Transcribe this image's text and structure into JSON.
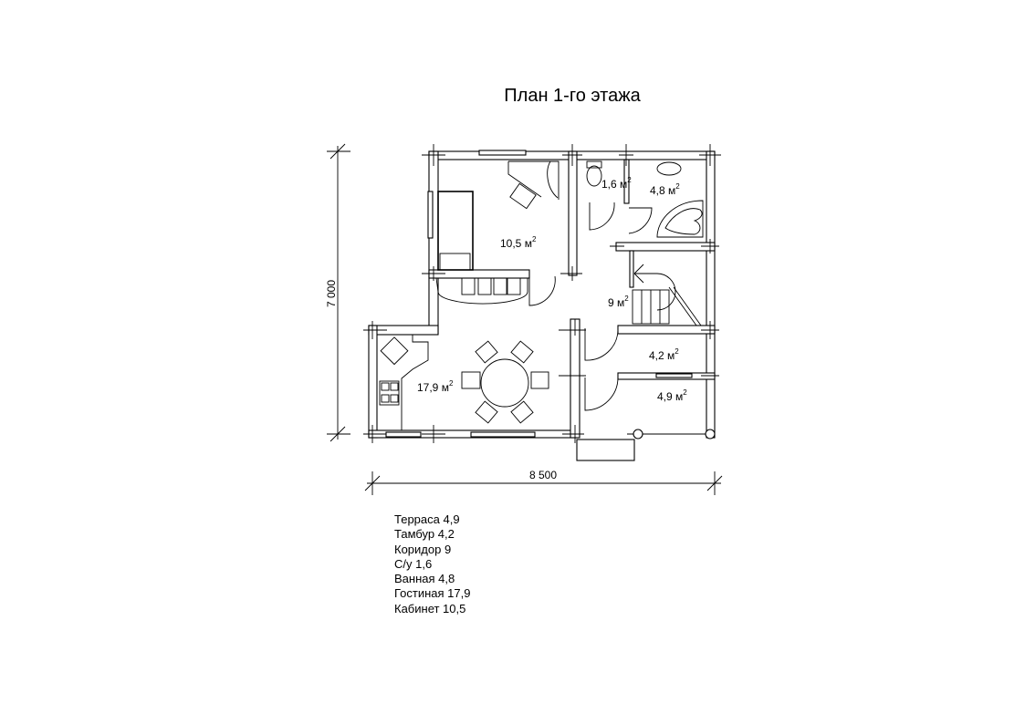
{
  "title": "План 1-го этажа",
  "rooms": [
    {
      "name": "Кабинет",
      "area": "10,5 м",
      "sup": "2"
    },
    {
      "name": "С/у",
      "area": "1,6 м",
      "sup": "2"
    },
    {
      "name": "Ванная",
      "area": "4,8 м",
      "sup": "2"
    },
    {
      "name": "Коридор",
      "area": "9 м",
      "sup": "2"
    },
    {
      "name": "Гостиная",
      "area": "17,9 м",
      "sup": "2"
    },
    {
      "name": "Тамбур",
      "area": "4,2 м",
      "sup": "2"
    },
    {
      "name": "Терраса",
      "area": "4,9 м",
      "sup": "2"
    }
  ],
  "dimensions": {
    "height": "7 000",
    "width": "8 500"
  },
  "legend": [
    "Терраса 4,9",
    "Тамбур 4,2",
    "Коридор 9",
    "С/у 1,6",
    "Ванная 4,8",
    "Гостиная 17,9",
    "Кабинет 10,5"
  ]
}
